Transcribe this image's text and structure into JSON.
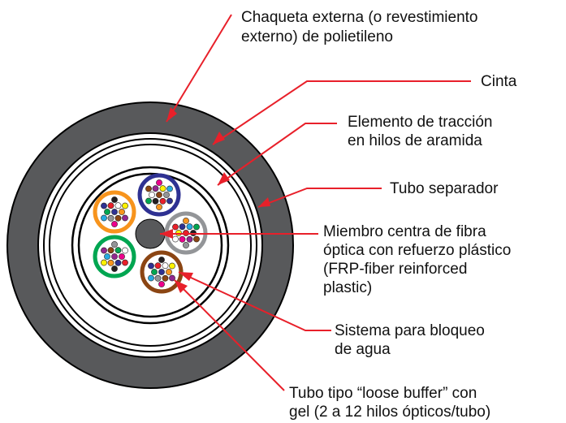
{
  "labels": {
    "jacket_1": "Chaqueta externa (o revestimiento",
    "jacket_2": "externo) de polietileno",
    "tape": "Cinta",
    "aramid_1": "Elemento de tracción",
    "aramid_2": "en hilos de aramida",
    "separator": "Tubo separador",
    "center_1": "Miembro centra de fibra",
    "center_2": "óptica con refuerzo plástico",
    "center_3": "(FRP-fiber reinforced",
    "center_4": "plastic)",
    "water_1": "Sistema para bloqueo",
    "water_2": "de agua",
    "loose_1": "Tubo tipo “loose buffer” con",
    "loose_2": "gel (2 a 12 hilos ópticos/tubo)"
  },
  "colors": {
    "jacket": "#58595b",
    "leader_line": "#e8202a",
    "tube_orange": "#f7941d",
    "tube_blue": "#2e3192",
    "tube_gray": "#939598",
    "tube_green": "#00a651",
    "tube_brown": "#8b4513",
    "center_member": "#58595b",
    "fiber_palette": [
      "#2e3192",
      "#f7941d",
      "#00a651",
      "#8b4513",
      "#939598",
      "#ffffff",
      "#e8202a",
      "#231f20",
      "#fff200",
      "#92278f",
      "#ec008c",
      "#27aae1"
    ]
  }
}
